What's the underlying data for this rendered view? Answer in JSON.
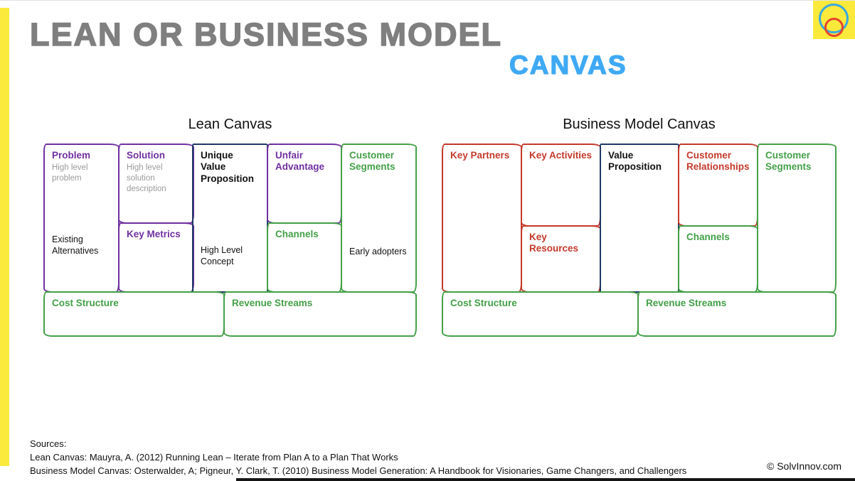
{
  "slide": {
    "title_line1": "LEAN OR BUSINESS MODEL",
    "title_line2": "CANVAS"
  },
  "colors": {
    "title_gray": "#7f7f7f",
    "accent_blue": "#3fa9f5",
    "accent_yellow": "#fbea3c",
    "purple": "#7030a0",
    "red": "#c4392b",
    "green": "#43a047",
    "navy": "#1f3864",
    "subtext_gray": "#9a9a9a",
    "logo_blue": "#3aa7e0",
    "logo_red": "#e8432e"
  },
  "lean": {
    "title": "Lean Canvas",
    "problem_title": "Problem",
    "problem_subtitle": "High level problem",
    "problem_note": "Existing Alternatives",
    "solution_title": "Solution",
    "solution_subtitle": "High level solution description",
    "key_metrics_title": "Key Metrics",
    "uvp_title": "Unique Value Proposition",
    "uvp_note": "High Level Concept",
    "unfair_advantage_title": "Unfair Advantage",
    "channels_title": "Channels",
    "customer_segments_title": "Customer Segments",
    "customer_segments_note": "Early adopters",
    "cost_structure_title": "Cost Structure",
    "revenue_streams_title": "Revenue Streams"
  },
  "bmc": {
    "title": "Business Model Canvas",
    "key_partners_title": "Key Partners",
    "key_activities_title": "Key Activities",
    "key_resources_title": "Key Resources",
    "value_proposition_title": "Value Proposition",
    "customer_relationships_title": "Customer Relationships",
    "channels_title": "Channels",
    "customer_segments_title": "Customer Segments",
    "cost_structure_title": "Cost Structure",
    "revenue_streams_title": "Revenue Streams"
  },
  "footer": {
    "sources_label": "Sources:",
    "source_lean": "Lean Canvas: Mauyra, A. (2012) Running Lean – Iterate from Plan A to a Plan That Works",
    "source_bmc": "Business Model Canvas: Osterwalder, A; Pigneur, Y. Clark, T. (2010) Business Model Generation: A Handbook for Visionaries, Game Changers, and Challengers",
    "copyright": "© SolvInnov.com"
  }
}
